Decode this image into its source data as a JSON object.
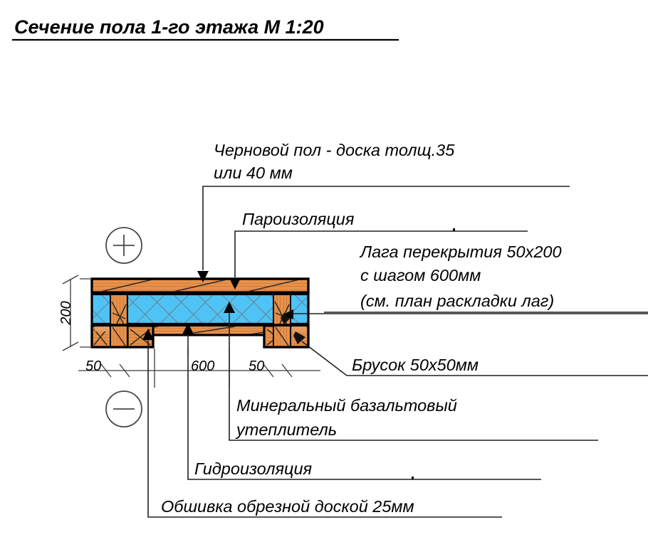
{
  "title": "Сечение пола 1-го этажа М 1:20",
  "colors": {
    "wood": "#E8914A",
    "wood_dark": "#C96F2E",
    "insulation": "#4FC3F5",
    "insulation_hatch": "#5a6a74",
    "outline": "#000000",
    "leader": "#231f20",
    "background": "#FFFFFF"
  },
  "labels": [
    {
      "name": "subfloor",
      "lines": [
        "Черновой пол - доска толщ.35",
        "или 40 мм"
      ]
    },
    {
      "name": "vapor-barrier",
      "lines": [
        "Пароизоляция"
      ]
    },
    {
      "name": "floor-joist",
      "lines": [
        "Лага перекрытия 50х200",
        "с шагом 600мм",
        "(см. план раскладки лаг)"
      ]
    },
    {
      "name": "batten",
      "lines": [
        "Брусок 50х50мм"
      ]
    },
    {
      "name": "mineral-insulation",
      "lines": [
        "Минеральный базальтовый",
        "утеплитель"
      ]
    },
    {
      "name": "waterproofing",
      "lines": [
        "Гидроизоляция"
      ]
    },
    {
      "name": "board-sheathing",
      "lines": [
        "Обшивка обрезной доской 25мм"
      ]
    }
  ],
  "dimensions": {
    "vertical": "200",
    "horizontal": [
      "50",
      "600",
      "50"
    ]
  },
  "zoom_controls": {
    "zoom_in": "+",
    "zoom_out": "−"
  }
}
